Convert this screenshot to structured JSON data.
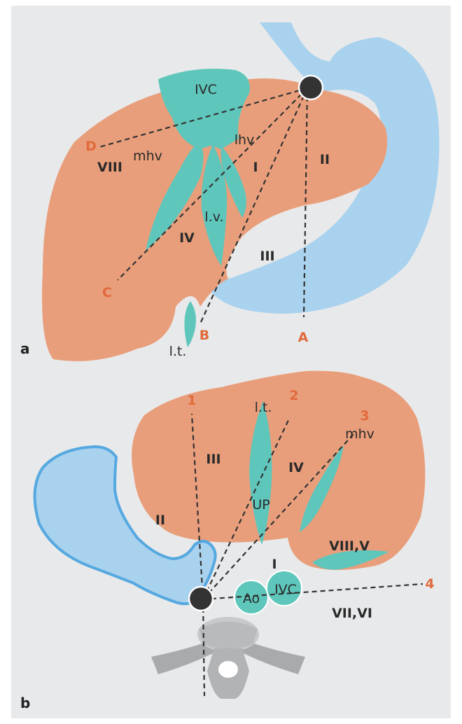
{
  "colors": {
    "liver": "#e99e7b",
    "vessel": "#5ec6bb",
    "stomach": "#a9d2ee",
    "stomach_outline": "#55a8e0",
    "reference_label": "#e06a3c",
    "probe": "#333333",
    "background": "#e8e9ea"
  },
  "panel_a": {
    "panel_label": "a",
    "structures": {
      "ivc": "IVC",
      "mhv": "mhv",
      "lhv": "lhv",
      "lv": "l.v.",
      "lt": "l.t."
    },
    "segments": {
      "viii": "VIII",
      "i": "I",
      "ii": "II",
      "iv": "IV",
      "iii": "III"
    },
    "scan_lines": {
      "a": "A",
      "b": "B",
      "c": "C",
      "d": "D"
    }
  },
  "panel_b": {
    "panel_label": "b",
    "structures": {
      "lt": "l.t.",
      "mhv": "mhv",
      "up": "UP",
      "ao": "Ao",
      "ivc": "IVC"
    },
    "segments": {
      "iii": "III",
      "iv": "IV",
      "ii": "II",
      "viii_v": "VIII,V",
      "i": "I",
      "vii_vi": "VII,VI"
    },
    "scan_lines": {
      "one": "1",
      "two": "2",
      "three": "3",
      "four": "4"
    }
  }
}
